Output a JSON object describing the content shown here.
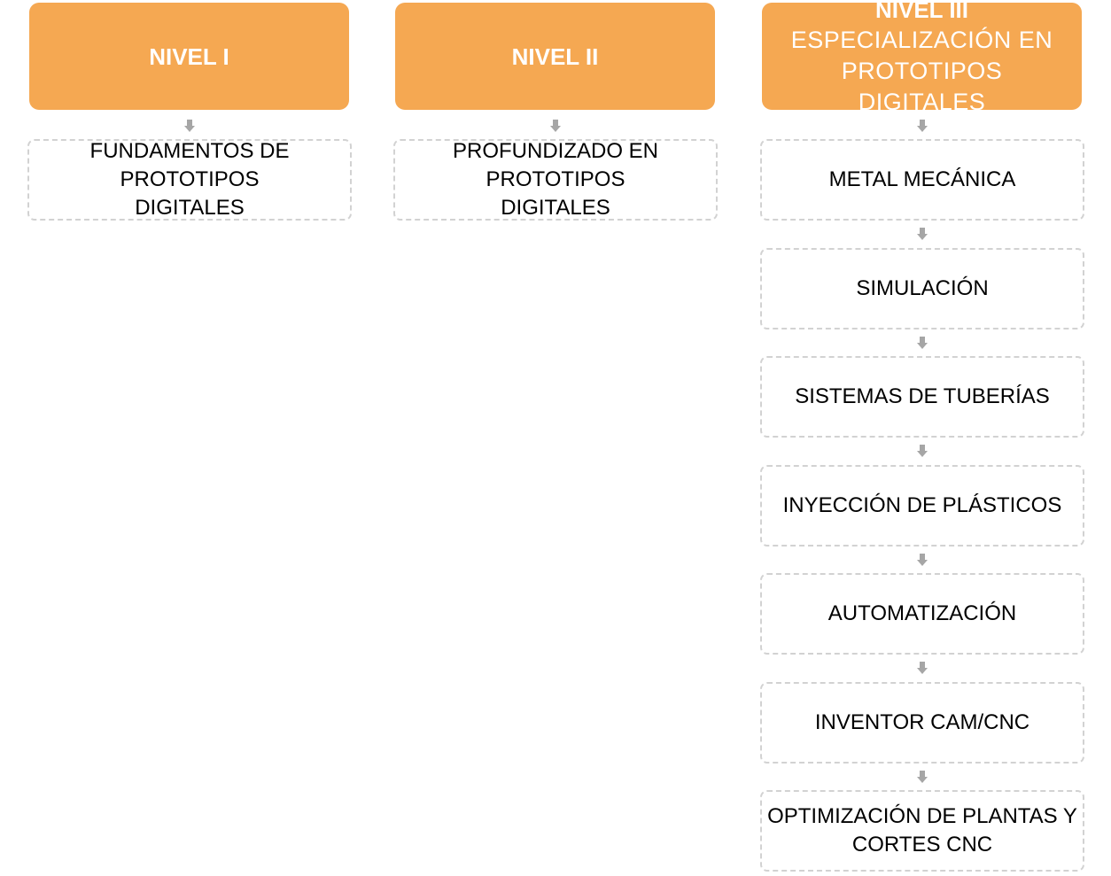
{
  "columns": [
    {
      "header": {
        "title": "NIVEL I",
        "subtitle": ""
      },
      "items": [
        "FUNDAMENTOS DE PROTOTIPOS DIGITALES"
      ]
    },
    {
      "header": {
        "title": "NIVEL II",
        "subtitle": ""
      },
      "items": [
        "PROFUNDIZADO EN PROTOTIPOS DIGITALES"
      ]
    },
    {
      "header": {
        "title": "NIVEL III",
        "subtitle": "ESPECIALIZACIÓN EN PROTOTIPOS DIGITALES"
      },
      "items": [
        "METAL MECÁNICA",
        "SIMULACIÓN",
        "SISTEMAS DE TUBERÍAS",
        "INYECCIÓN DE PLÁSTICOS",
        "AUTOMATIZACIÓN",
        "INVENTOR CAM/CNC",
        "OPTIMIZACIÓN DE PLANTAS Y CORTES CNC"
      ]
    }
  ],
  "colors": {
    "header_fill": "#f5a852",
    "header_text": "#ffffff",
    "box_border": "#d2d2d2",
    "arrow": "#a6a6a6",
    "item_text": "#000000"
  }
}
